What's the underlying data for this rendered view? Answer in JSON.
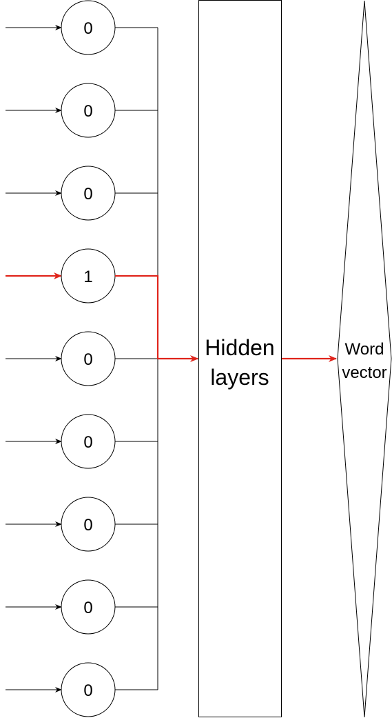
{
  "inputs": [
    {
      "value": "0",
      "active": false
    },
    {
      "value": "0",
      "active": false
    },
    {
      "value": "0",
      "active": false
    },
    {
      "value": "1",
      "active": true
    },
    {
      "value": "0",
      "active": false
    },
    {
      "value": "0",
      "active": false
    },
    {
      "value": "0",
      "active": false
    },
    {
      "value": "0",
      "active": false
    },
    {
      "value": "0",
      "active": false
    }
  ],
  "hidden": {
    "line1": "Hidden",
    "line2": "layers"
  },
  "output": {
    "line1": "Word",
    "line2": "vector"
  },
  "colors": {
    "line": "#000000",
    "active": "#e0241b"
  }
}
